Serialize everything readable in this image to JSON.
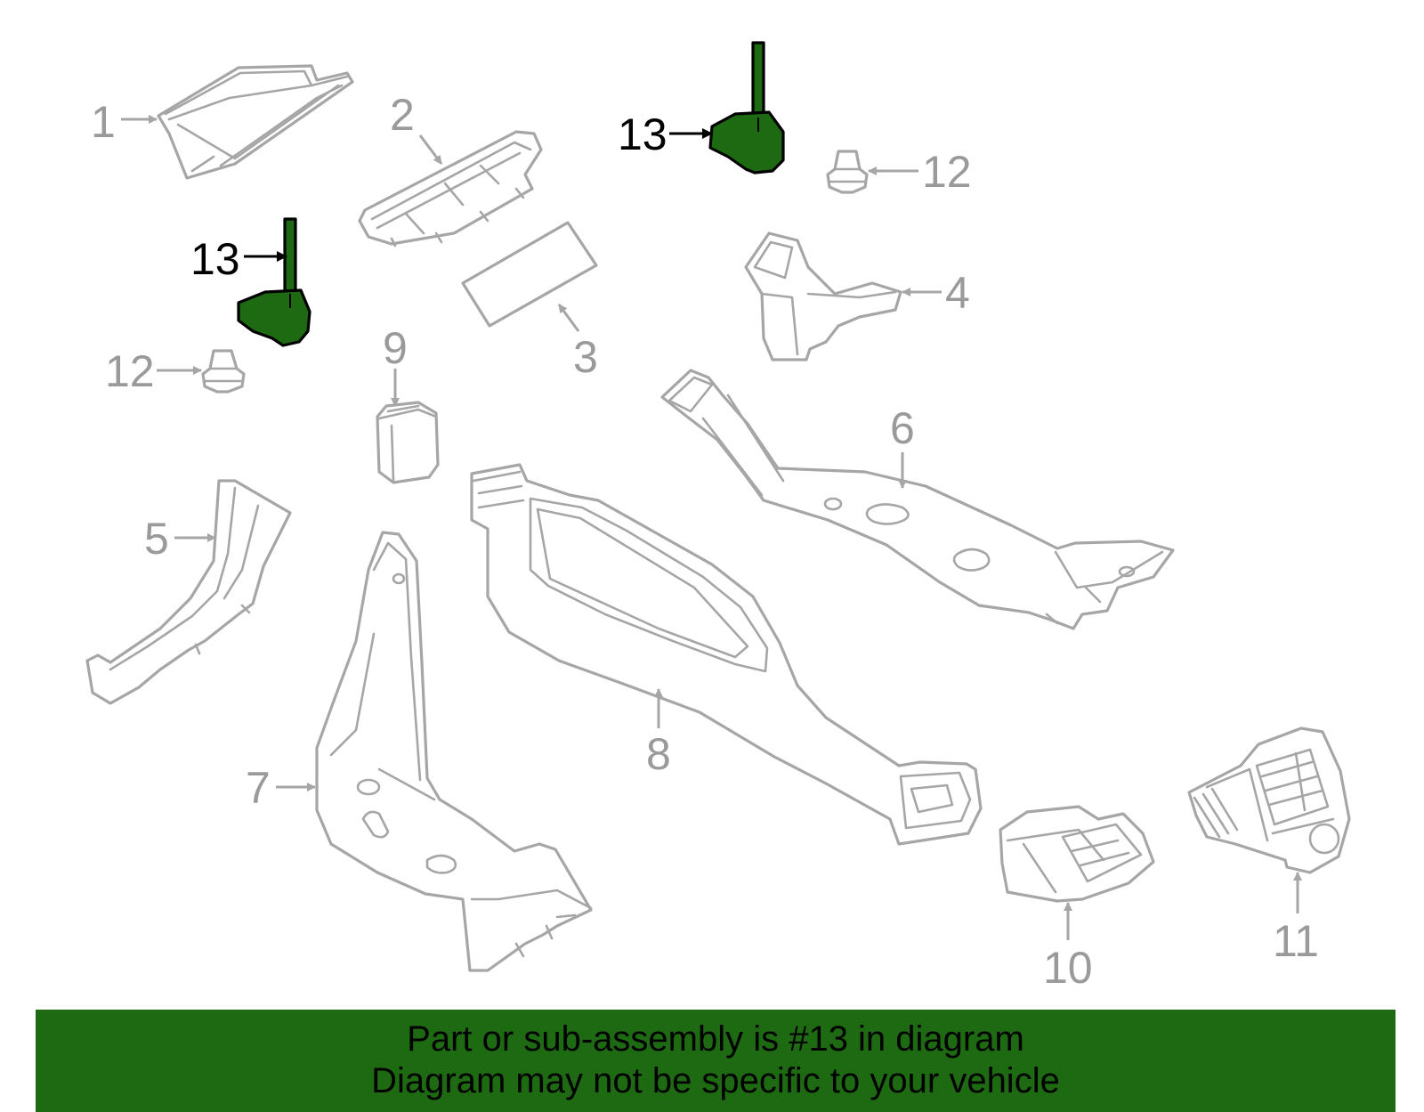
{
  "callouts": {
    "c1": "1",
    "c2": "2",
    "c3": "3",
    "c4": "4",
    "c5": "5",
    "c6": "6",
    "c7": "7",
    "c8": "8",
    "c9": "9",
    "c10": "10",
    "c11": "11",
    "c12a": "12",
    "c12b": "12",
    "c13a": "13",
    "c13b": "13"
  },
  "highlight_color": "#1e6a12",
  "banner": {
    "line1": "Part or sub-assembly is #13 in diagram",
    "line2": "Diagram may not be specific to your vehicle"
  }
}
